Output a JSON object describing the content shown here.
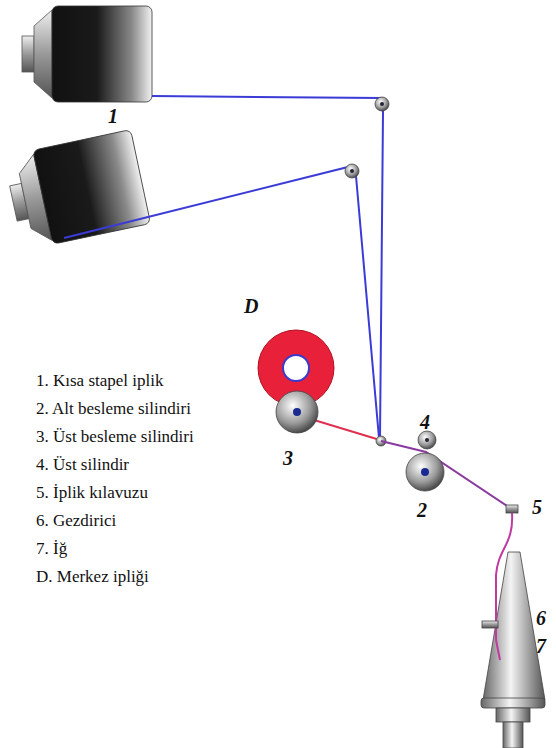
{
  "diagram": {
    "labels": [
      "1",
      "D",
      "3",
      "4",
      "2",
      "5",
      "6",
      "7",
      "1. Kısa stapel iplik",
      "2. Alt besleme silindiri",
      "3. Üst besleme silindiri",
      "4. Üst silindir",
      "5. İplik kılavuzu",
      "6. Gezdirici",
      "7. İğ",
      "D. Merkez ipliği"
    ]
  }
}
